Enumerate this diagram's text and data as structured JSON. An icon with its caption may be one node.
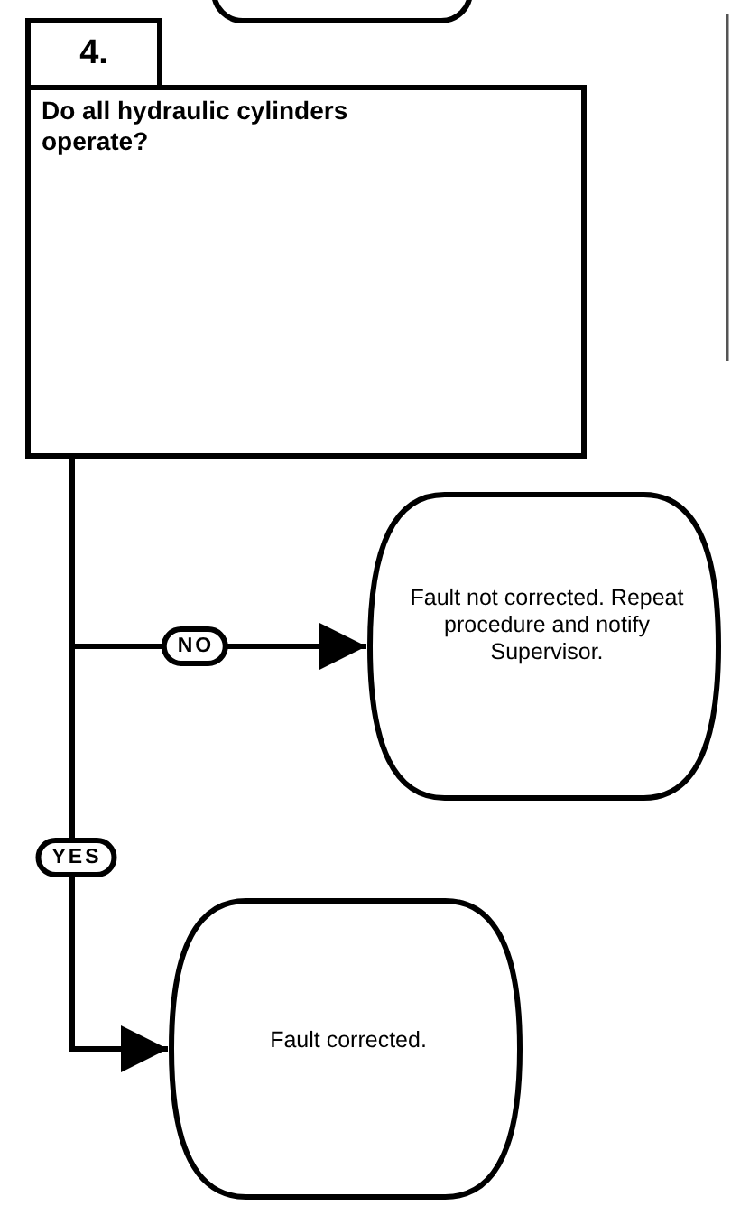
{
  "diagram": {
    "nodes": [
      {
        "text": [],
        "shape": "box"
      },
      {
        "text": [
          "4.",
          "Do all hydraulic cylinders operate?"
        ]
      },
      {
        "text": [
          "Fault not corrected. Repeat procedure and notify Supervisor."
        ]
      },
      {
        "text": [
          "Fault corrected."
        ]
      }
    ],
    "edges": [
      {
        "from": 1,
        "to": 2,
        "arrow": "to",
        "label": "NO"
      },
      {
        "from": 1,
        "to": 3,
        "arrow": "to",
        "label": "YES"
      }
    ]
  }
}
